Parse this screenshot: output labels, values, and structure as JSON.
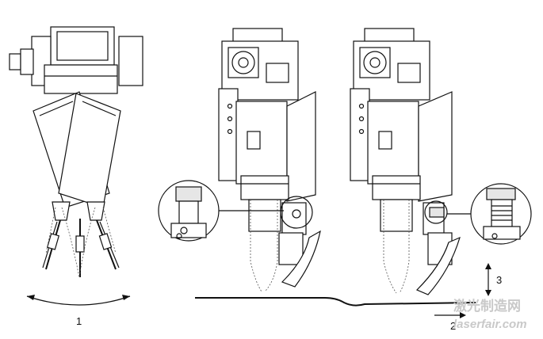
{
  "labels": {
    "callout_1": "1",
    "callout_2": "2",
    "callout_3": "3"
  },
  "watermark": {
    "chinese": "激光制造网",
    "site": "laserfair.com"
  }
}
